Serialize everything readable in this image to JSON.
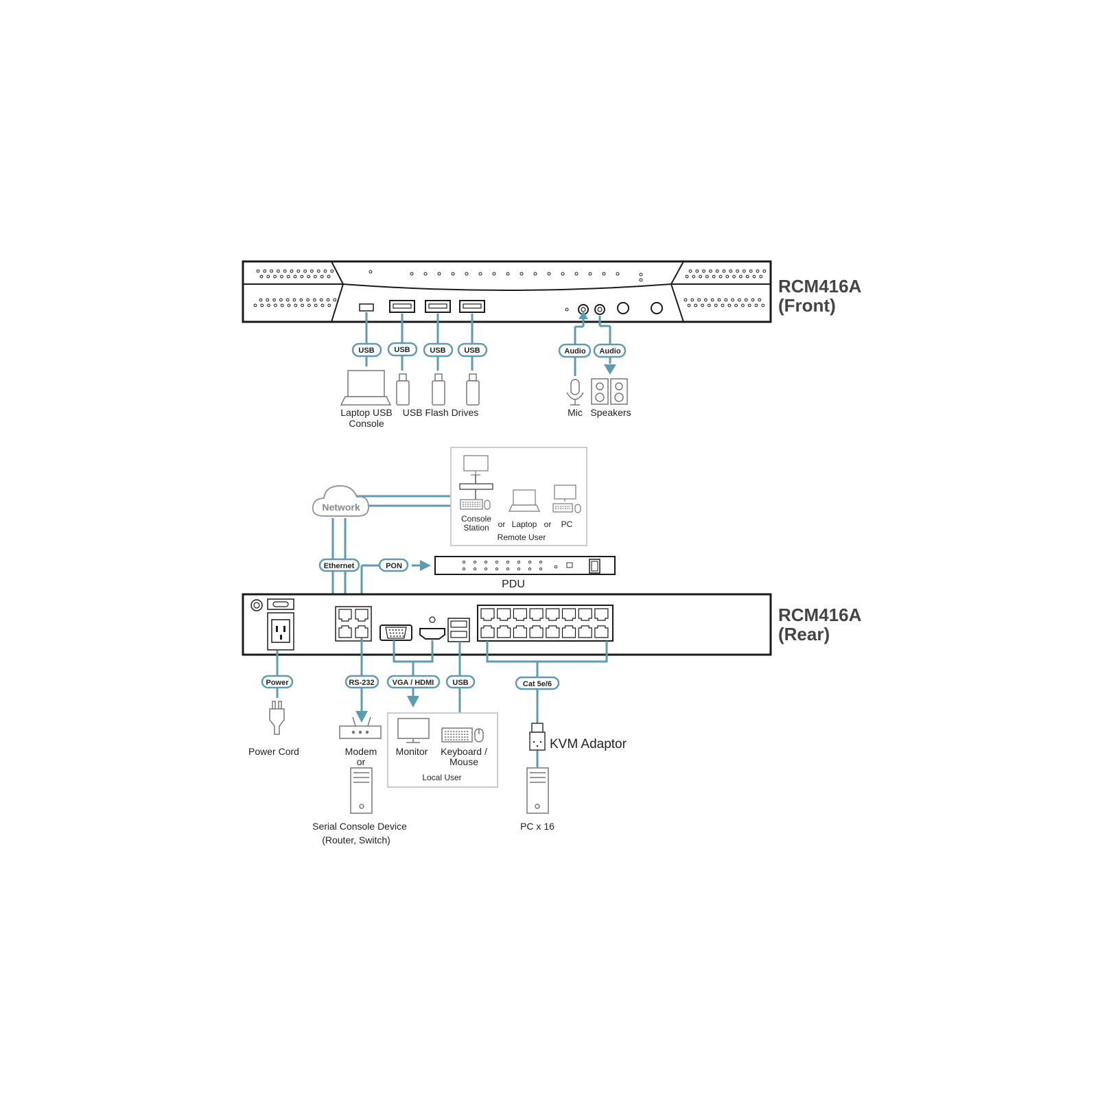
{
  "colors": {
    "cable": "#5d9bb3",
    "device_stroke": "#1a1a1a",
    "icon_stroke": "#777777",
    "panel_border": "#cccccc",
    "title": "#444444"
  },
  "front": {
    "title_line1": "RCM416A",
    "title_line2": "(Front)",
    "pills": {
      "usb1": "USB",
      "usb2": "USB",
      "usb3": "USB",
      "usb4": "USB",
      "audio_mic": "Audio",
      "audio_spk": "Audio"
    },
    "labels": {
      "laptop_line1": "Laptop USB",
      "laptop_line2": "Console",
      "flash_drives": "USB Flash Drives",
      "mic": "Mic",
      "speakers": "Speakers"
    }
  },
  "remote": {
    "network": "Network",
    "console_station_line1": "Console",
    "console_station_line2": "Station",
    "or1": "or",
    "laptop": "Laptop",
    "or2": "or",
    "pc": "PC",
    "remote_user": "Remote User"
  },
  "pdu": {
    "pill_ethernet": "Ethernet",
    "pill_pon": "PON",
    "label": "PDU"
  },
  "rear": {
    "title_line1": "RCM416A",
    "title_line2": "(Rear)",
    "pills": {
      "power": "Power",
      "rs232": "RS-232",
      "vga_hdmi": "VGA / HDMI",
      "usb": "USB",
      "cat": "Cat 5e/6"
    },
    "labels": {
      "power_cord": "Power Cord",
      "modem_line1": "Modem",
      "modem_line2": "or",
      "serial_line1": "Serial Console Device",
      "serial_line2": "(Router, Switch)",
      "monitor": "Monitor",
      "kbm_line1": "Keyboard /",
      "kbm_line2": "Mouse",
      "local_user": "Local User",
      "kvm_adaptor": "KVM Adaptor",
      "pc_x16": "PC x 16"
    }
  }
}
